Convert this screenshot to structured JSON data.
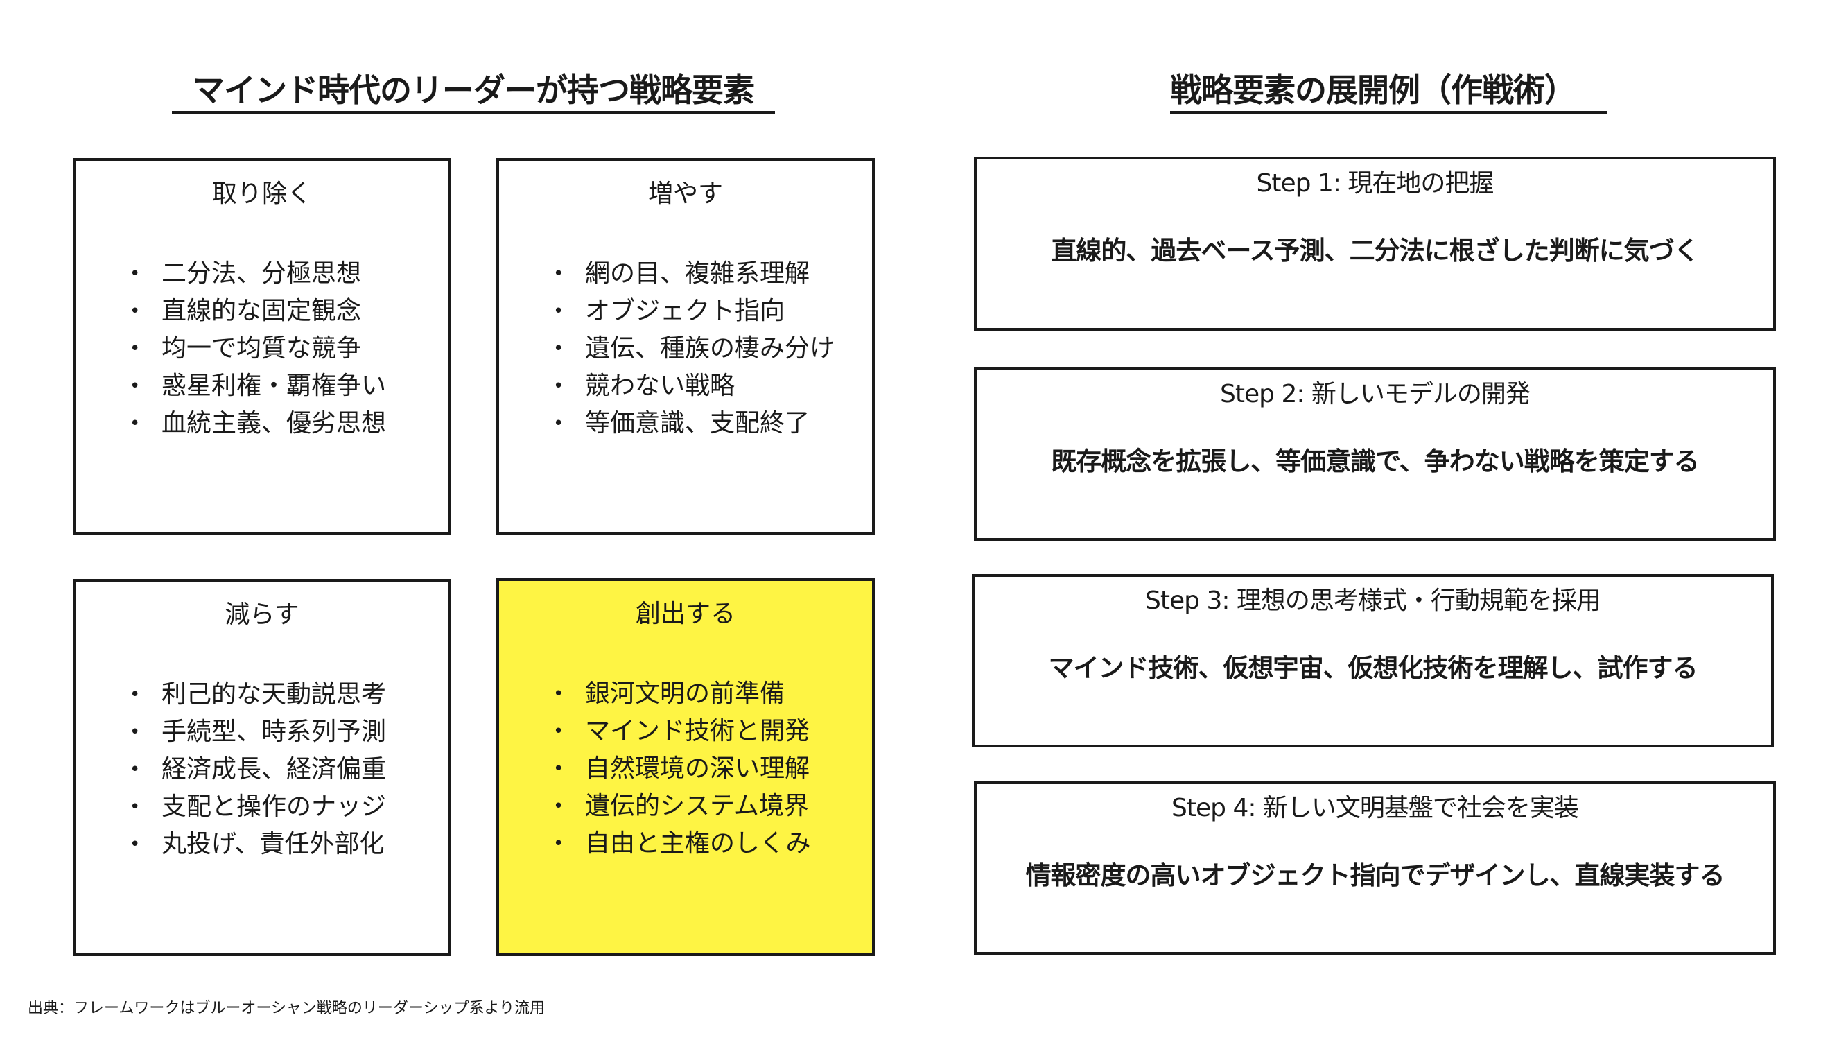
{
  "left_section": {
    "title": "マインド時代のリーダーが持つ戦略要素",
    "boxes": [
      {
        "heading": "取り除く",
        "items": [
          "二分法、分極思想",
          "直線的な固定観念",
          "均一で均質な競争",
          "惑星利権・覇権争い",
          "血統主義、優劣思想"
        ]
      },
      {
        "heading": "増やす",
        "items": [
          "網の目、複雑系理解",
          "オブジェクト指向",
          "遺伝、種族の棲み分け",
          "競わない戦略",
          "等価意識、支配終了"
        ]
      },
      {
        "heading": "減らす",
        "items": [
          "利己的な天動説思考",
          "手続型、時系列予測",
          "経済成長、経済偏重",
          "支配と操作のナッジ",
          "丸投げ、責任外部化"
        ]
      },
      {
        "heading": "創出する",
        "highlight_color": "#fef444",
        "items": [
          "銀河文明の前準備",
          "マインド技術と開発",
          "自然環境の深い理解",
          "遺伝的システム境界",
          "自由と主権のしくみ"
        ]
      }
    ]
  },
  "right_section": {
    "title": "戦略要素の展開例（作戦術）",
    "steps": [
      {
        "heading": "Step 1: 現在地の把握",
        "body": "直線的、過去ベース予測、二分法に根ざした判断に気づく"
      },
      {
        "heading": "Step 2: 新しいモデルの開発",
        "body": "既存概念を拡張し、等価意識で、争わない戦略を策定する"
      },
      {
        "heading": "Step 3: 理想の思考様式・行動規範を採用",
        "body": "マインド技術、仮想宇宙、仮想化技術を理解し、試作する"
      },
      {
        "heading": "Step 4: 新しい文明基盤で社会を実装",
        "body": "情報密度の高いオブジェクト指向でデザインし、直線実装する"
      }
    ]
  },
  "footer": {
    "note": "出典：フレームワークはブルーオーシャン戦略のリーダーシップ系より流用"
  }
}
